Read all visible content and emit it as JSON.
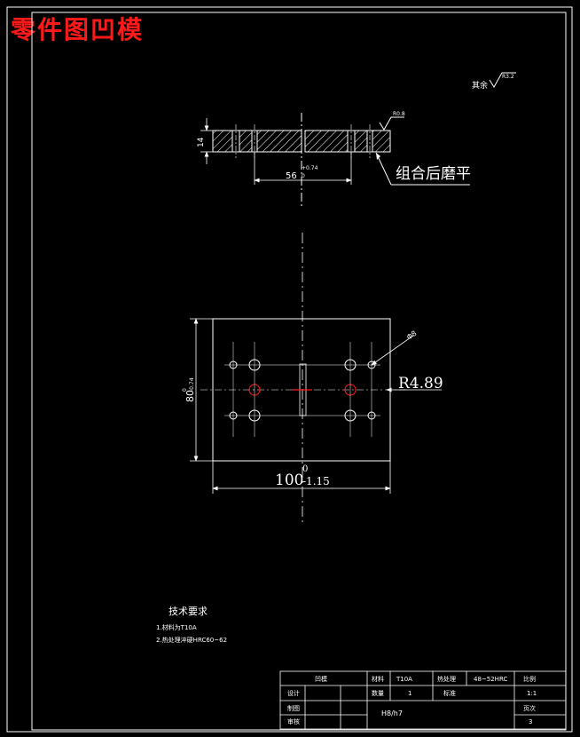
{
  "title": "零件图凹模",
  "drawing": {
    "roughness_top": "其余",
    "roughness_top_value": "R3.2",
    "roughness_side_value": "R0.8",
    "thickness": "14",
    "hole_spacing_base": "56",
    "hole_spacing_upper": "+0.74",
    "hole_spacing_lower": "0",
    "grind_note": "组合后磨平",
    "width_base": "100",
    "width_lower": "-1.15",
    "width_upper": "0",
    "height_base": "80",
    "height_lower": "-0.74",
    "height_upper": "0",
    "radius": "R4.89",
    "hole_dia": "Φ8"
  },
  "tech": {
    "heading": "技术要求",
    "items": [
      "1.材料为T10A",
      "2.热处理淬硬HRC60~62"
    ]
  },
  "titleblock": {
    "name": "凹模",
    "material_label": "材料",
    "material": "T10A",
    "heat_label": "热处理",
    "hardness": "48~52HRC",
    "scale_label": "比例",
    "design_label": "设计",
    "qty_label": "数量",
    "qty": "1",
    "standard": "标准",
    "scale": "1:1",
    "drafting_label": "制图",
    "sheet_label": "页次",
    "review_label": "审核",
    "sheet": "3",
    "fit": "H8/h7"
  },
  "colors": {
    "line": "#ffffff",
    "red": "#ff1a1a"
  }
}
